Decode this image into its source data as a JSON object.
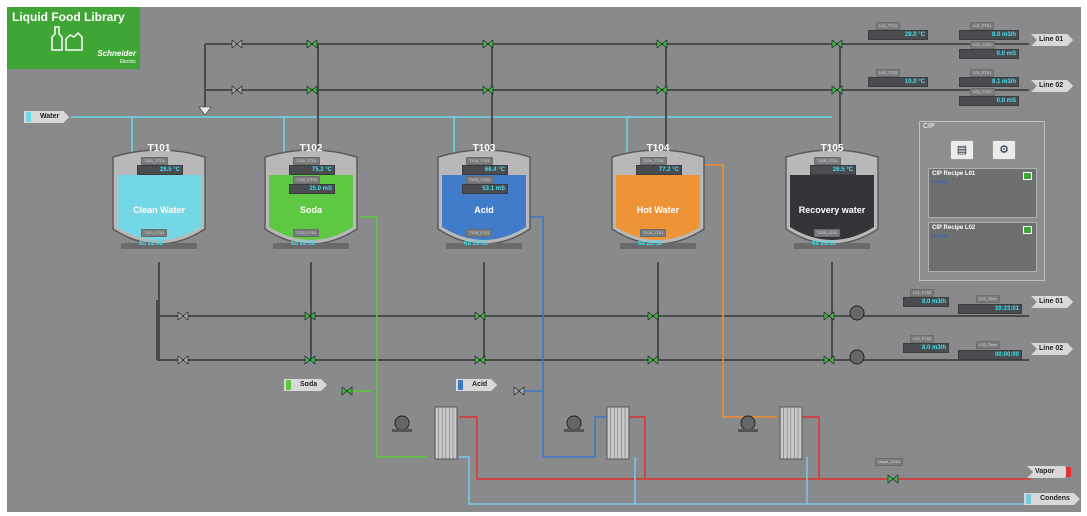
{
  "app": {
    "title": "Liquid Food Library",
    "brand": "Schneider",
    "brand_sub": "Electric"
  },
  "colors": {
    "background": "#888a8c",
    "pipe": "#4a4a4a",
    "water": "#6fd8e8",
    "soda": "#5ac83c",
    "acid": "#3a78c8",
    "hot_water": "#f0902e",
    "vapor": "#e03030",
    "condens": "#7ac8e8",
    "valve": "#3fb843",
    "value_text": "#3fe0f0"
  },
  "sources": {
    "water": "Water",
    "soda": "Soda",
    "acid": "Acid"
  },
  "outlets": {
    "line01": "Line 01",
    "line02": "Line 02",
    "vapor": "Vapor",
    "condens": "Condens"
  },
  "tanks": [
    {
      "id": "T101",
      "label": "Clean Water",
      "temp_tag": "T101_TT01",
      "temp": "28.5 °C",
      "cond_tag": "",
      "cond": "",
      "level_tag": "T101_LT01",
      "level": "6d 22:49",
      "color": "#6fd8e8"
    },
    {
      "id": "T102",
      "label": "Soda",
      "temp_tag": "T102_TT01",
      "temp": "75.2 °C",
      "cond_tag": "T102_CT01",
      "cond": "25.0 mS",
      "level_tag": "T102_LT01",
      "level": "6d 22:50",
      "color": "#5ac83c"
    },
    {
      "id": "T103",
      "label": "Acid",
      "temp_tag": "T103_TT01",
      "temp": "66.4 °C",
      "cond_tag": "T103_CT01",
      "cond": "53.1 mS",
      "level_tag": "T103_LT01",
      "level": "6d 23:00",
      "color": "#3a78c8"
    },
    {
      "id": "T104",
      "label": "Hot Water",
      "temp_tag": "T104_TT01",
      "temp": "77.2 °C",
      "cond_tag": "",
      "cond": "",
      "level_tag": "T104_LT01",
      "level": "6d 22:58",
      "color": "#f0902e"
    },
    {
      "id": "T105",
      "label": "Recovery water",
      "temp_tag": "T105_TT01",
      "temp": "26.5 °C",
      "cond_tag": "",
      "cond": "",
      "level_tag": "T105_LT01",
      "level": "6d 23:00",
      "color": "#2a2c30"
    }
  ],
  "line01": {
    "temp_tag": "L01_TT01",
    "temp": "28.0 °C",
    "flow_tag": "L01_FT01",
    "flow": "8.0 m3/h",
    "cond_tag": "L01_CT01",
    "cond": "0.0 mS",
    "return_flow_tag": "L01_FT02",
    "return_flow": "8.0 m3/h",
    "time_tag": "L01_Time",
    "time": "10:23:01"
  },
  "line02": {
    "temp_tag": "L02_TT01",
    "temp": "10.0 °C",
    "flow_tag": "L02_FT01",
    "flow": "8.1 m3/h",
    "cond_tag": "L02_CT01",
    "cond": "0.0 mS",
    "return_flow_tag": "L02_FT02",
    "return_flow": "8.0 m3/h",
    "time_tag": "L02_Time",
    "time": "00:00:00"
  },
  "cip": {
    "title": "CIP",
    "recipe1": "CIP Recipe L01",
    "recipe1_status": "Selected",
    "recipe2": "CIP Recipe L02",
    "recipe2_status": "Selected"
  },
  "vapor_valve_tag": "Vapor_XV01"
}
